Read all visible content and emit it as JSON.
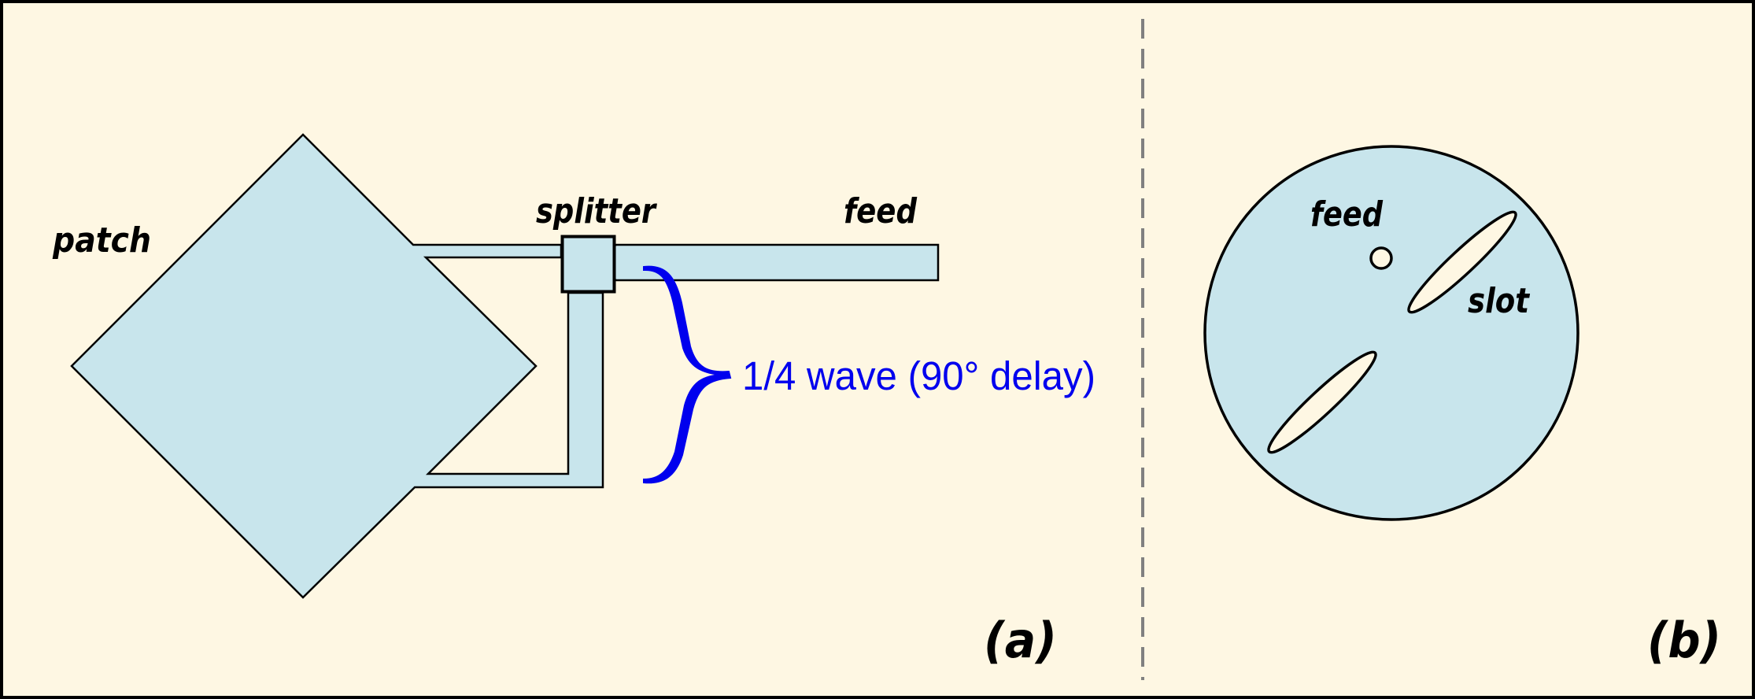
{
  "diagram": {
    "panel_a": {
      "labels": {
        "patch": "patch",
        "splitter": "splitter",
        "feed": "feed",
        "delay": "1/4 wave (90° delay)",
        "panel": "(a)"
      }
    },
    "panel_b": {
      "labels": {
        "feed": "feed",
        "slot": "slot",
        "panel": "(b)"
      }
    },
    "colors": {
      "background": "#fef7e3",
      "metal": "#c8e5ec",
      "outline": "#000000",
      "annotation": "#0000ee",
      "divider": "#808080"
    }
  }
}
